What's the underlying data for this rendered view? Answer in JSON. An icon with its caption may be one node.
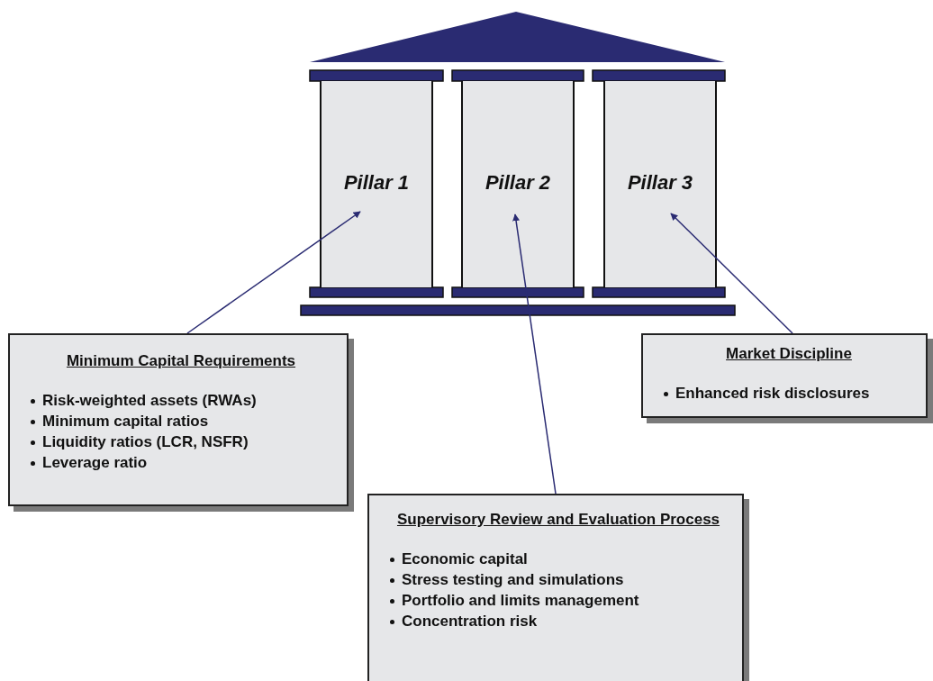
{
  "diagram": {
    "nodes": [
      {
        "text": [
          "Pillar 1"
        ]
      },
      {
        "text": [
          "Pillar 2"
        ]
      },
      {
        "text": [
          "Pillar 3"
        ]
      },
      {
        "text": [
          "Minimum Capital Requirements",
          "Risk-weighted assets (RWAs)",
          "Minimum capital ratios",
          "Liquidity ratios (LCR, NSFR)",
          "Leverage ratio"
        ]
      },
      {
        "text": [
          "Supervisory Review and Evaluation Process",
          "Economic capital",
          "Stress testing and simulations",
          "Portfolio and limits management",
          "Concentration risk"
        ]
      },
      {
        "text": [
          "Market Discipline",
          "Enhanced risk disclosures"
        ]
      }
    ],
    "edges": [
      {
        "from": 3,
        "to": 0,
        "arrow": "to"
      },
      {
        "from": 4,
        "to": 1,
        "arrow": "to"
      },
      {
        "from": 5,
        "to": 2,
        "arrow": "to"
      }
    ]
  }
}
